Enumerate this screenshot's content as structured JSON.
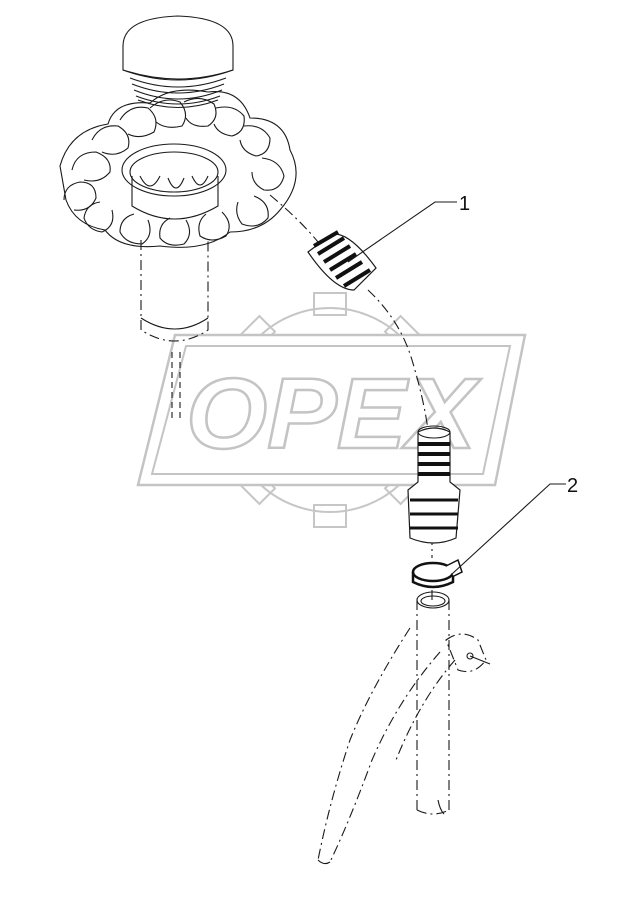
{
  "watermark": {
    "text": "OPEX"
  },
  "callouts": [
    {
      "label": "1"
    },
    {
      "label": "2"
    }
  ]
}
